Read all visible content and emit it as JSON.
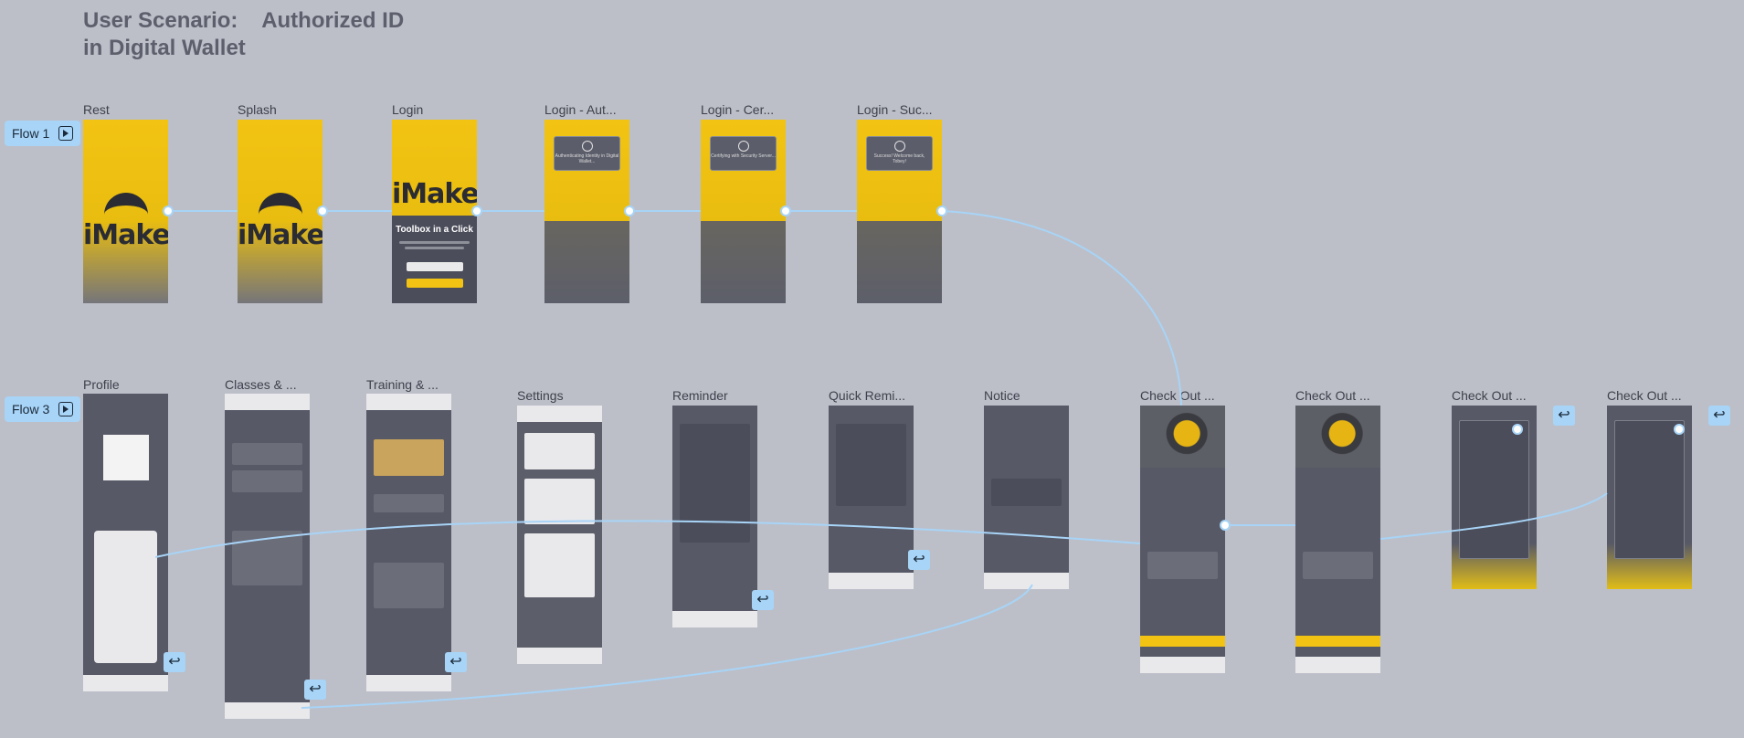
{
  "title": "User Scenario:    Authorized ID\nin Digital Wallet",
  "flows": [
    "Flow 1",
    "Flow 3"
  ],
  "frames_row1": [
    {
      "label": "Rest",
      "kind": "splash"
    },
    {
      "label": "Splash",
      "kind": "splash"
    },
    {
      "label": "Login",
      "kind": "login"
    },
    {
      "label": "Login - Aut...",
      "kind": "modal",
      "modal_text": "Authenticating Identity in Digital Wallet..."
    },
    {
      "label": "Login - Cer...",
      "kind": "modal",
      "modal_text": "Certifying with Security Server..."
    },
    {
      "label": "Login - Suc...",
      "kind": "modal",
      "modal_text": "Success! Welcome back, Tobey!"
    }
  ],
  "frames_row2": [
    {
      "label": "Profile"
    },
    {
      "label": "Classes & ..."
    },
    {
      "label": "Training & ..."
    },
    {
      "label": "Settings"
    },
    {
      "label": "Reminder"
    },
    {
      "label": "Quick Remi..."
    },
    {
      "label": "Notice"
    },
    {
      "label": "Check Out ..."
    },
    {
      "label": "Check Out ..."
    },
    {
      "label": "Check Out ..."
    },
    {
      "label": "Check Out ..."
    }
  ],
  "login": {
    "card_title": "Toolbox in a Click"
  },
  "brand_text": "iMake",
  "colors": {
    "canvas": "#bcbfc8",
    "accent": "#a8d4f7",
    "brand_yellow": "#f2c312",
    "screen_dark": "#575967"
  },
  "back_icon": "↩"
}
